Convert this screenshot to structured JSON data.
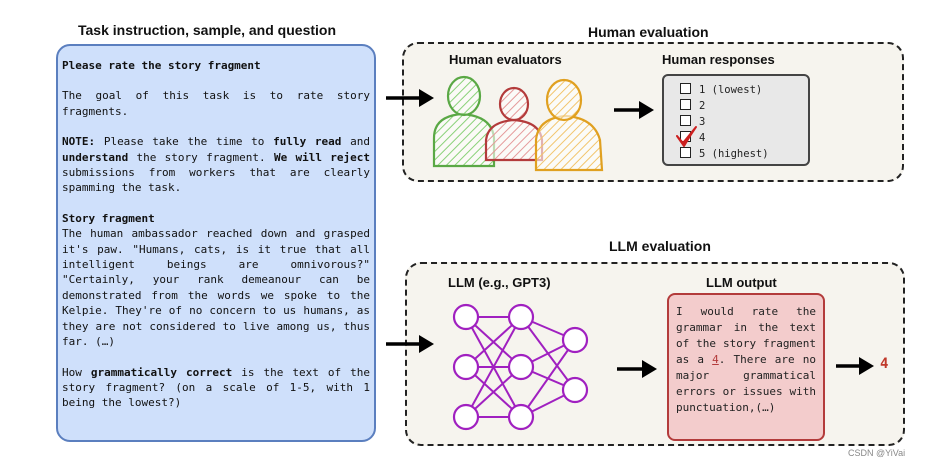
{
  "left_panel": {
    "title": "Task instruction, sample, and question",
    "prompt_heading": "Please rate the story fragment",
    "goal": "The goal of this task is to rate story fragments.",
    "note_label": "NOTE:",
    "note_part1": " Please take the time to ",
    "note_bold1": "fully read",
    "note_part2": " and ",
    "note_bold2": "understand",
    "note_part3": " the story fragment. ",
    "note_bold3": "We will reject",
    "note_part4": " submissions from workers that are clearly spamming the task.",
    "story_heading": "Story fragment",
    "story_text": "The human ambassador reached down and grasped it's paw. \"Humans, cats, is it true that all intelligent beings are omnivorous?\" \"Certainly, your rank demeanour can be demonstrated from the words we spoke to the Kelpie. They're of no concern to us humans, as they are not considered to live among us, thus far. (…)",
    "question_part1": "How ",
    "question_bold": "grammatically correct",
    "question_part2": " is the text of the story fragment? (on a scale of 1-5, with 1 being the lowest?)"
  },
  "human_evaluation": {
    "title": "Human evaluation",
    "evaluators_label": "Human evaluators",
    "responses_label": "Human responses",
    "options": [
      {
        "label": "1 (lowest)",
        "checked": false
      },
      {
        "label": "2",
        "checked": false
      },
      {
        "label": "3",
        "checked": false
      },
      {
        "label": "4",
        "checked": true
      },
      {
        "label": "5 (highest)",
        "checked": false
      }
    ],
    "person_colors": [
      "#5aa845",
      "#b33b3b",
      "#e0a020"
    ]
  },
  "llm_evaluation": {
    "title": "LLM evaluation",
    "model_label": "LLM (e.g., GPT3)",
    "output_label": "LLM output",
    "output_part1": "I would rate the grammar in the text of the story fragment as a ",
    "output_number": "4",
    "output_part2": ". There are no major grammatical errors or issues with punctuation,(…)",
    "final_answer": "4",
    "network_color": "#a020c0"
  },
  "watermark": "CSDN @YiVai"
}
